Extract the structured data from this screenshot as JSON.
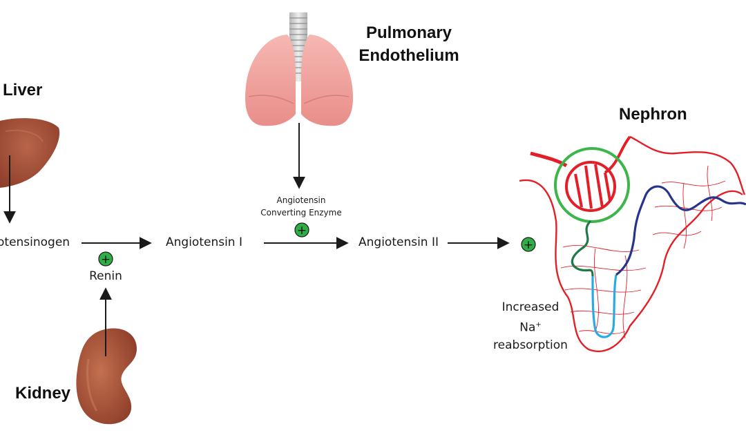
{
  "organs": {
    "liver": "Liver",
    "kidney": "Kidney",
    "lungs_line1": "Pulmonary",
    "lungs_line2": "Endothelium",
    "nephron": "Nephron"
  },
  "pathway": {
    "angiotensinogen": "otensinogen",
    "renin": "Renin",
    "angiotensin_1": "Angiotensin I",
    "ace_line1": "Angiotensin",
    "ace_line2": "Converting Enzyme",
    "angiotensin_2": "Angiotensin II",
    "plus_symbol": "+"
  },
  "effect": {
    "line1": "Increased",
    "line2_base": "Na",
    "line2_sup": "+",
    "line3": "reabsorption"
  },
  "colors": {
    "plus_fill": "#2fae48",
    "organ_brown": "#a5503a",
    "lung_pink": "#f2a7a3",
    "nephron_red": "#e41e26",
    "nephron_blue": "#27348b",
    "loop_cyan": "#29abe2",
    "glomerulus_ring": "#3cb54a",
    "tubule_green": "#1e7a45"
  }
}
